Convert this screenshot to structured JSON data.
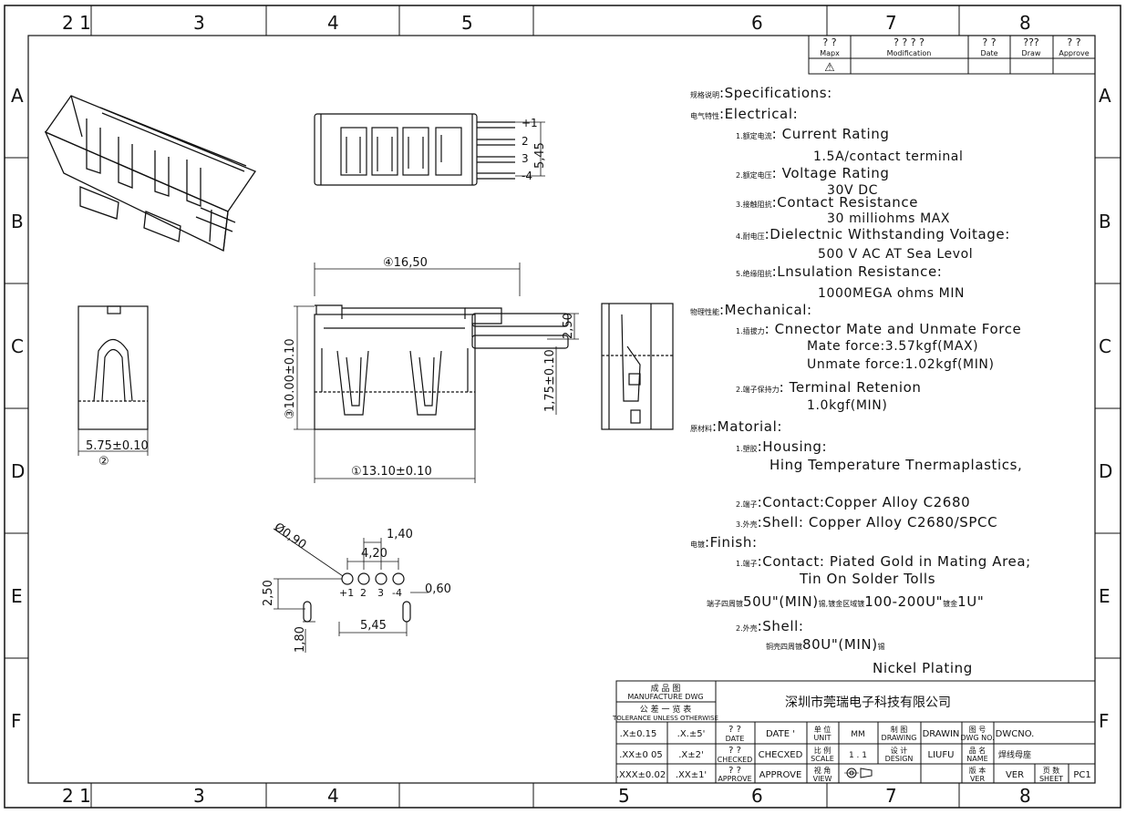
{
  "frame": {
    "col_top": [
      "2 1",
      "3",
      "4",
      "5",
      "6",
      "7",
      "8"
    ],
    "col_bottom": [
      "2 1",
      "3",
      "4",
      "5",
      "6",
      "7",
      "8"
    ],
    "rows": [
      "A",
      "B",
      "C",
      "D",
      "E",
      "F"
    ]
  },
  "revision": {
    "h1": "? ?",
    "h1b": "Mapx",
    "h2": "? ? ? ?",
    "h2b": "Modification",
    "h3": "? ?",
    "h3b": "Date",
    "h4": "???",
    "h4b": "Draw",
    "h5": "? ?",
    "h5b": "Approve",
    "mark": "⚠"
  },
  "dims": {
    "top_pins": [
      "+1",
      "2",
      "3",
      "-4"
    ],
    "top_pitch": "5,45",
    "front_width": "④16,50",
    "front_height": "③10.00±0.10",
    "front_bottom": "①13.10±0.10",
    "side_pin": "2,50",
    "side_offset": "1,75±0.10",
    "left_width": "5.75±0.10",
    "left_circle": "②",
    "pcb_hole": "Ø0,90",
    "pcb_pitch_a": "1,40",
    "pcb_pitch_b": "4,20",
    "pcb_pins": [
      "+1",
      "2",
      "3",
      "-4"
    ],
    "pcb_slot_w": "0,60",
    "pcb_row": "2,50",
    "pcb_slot_h": "1,80",
    "pcb_span": "5,45"
  },
  "spec": {
    "l01_cn": "规格说明",
    "l01": ":Specifications:",
    "l02_cn": "电气特性",
    "l02": ":Electrical:",
    "l03_cn": "1.额定电流",
    "l03": ": Current  Rating",
    "l04": "1.5A/contact  terminal",
    "l05_cn": "2.额定电压",
    "l05": ": Voltage  Rating",
    "l06": "30V  DC",
    "l07_cn": "3.接触阻抗",
    "l07": ":Contact  Resistance",
    "l08": "30  milliohms  MAX",
    "l09_cn": "4.耐电压",
    "l09": ":Dielectnic  Withstanding  Voitage:",
    "l10": "500  V  AC  AT  Sea  Levol",
    "l11_cn": "5.绝缘阻抗",
    "l11": ":Lnsulation  Resistance:",
    "l12": "1000MEGA  ohms  MIN",
    "l13_cn": "物理性能",
    "l13": ":Mechanical:",
    "l14_cn": "1.插拔力",
    "l14": ": Cnnector  Mate  and  Unmate  Force",
    "l15": "Mate  force:3.57kgf(MAX)",
    "l16": "Unmate  force:1.02kgf(MIN)",
    "l17_cn": "2.端子保持力",
    "l17": ": Terminal  Retenion",
    "l18": "1.0kgf(MIN)",
    "l19_cn": "原材料",
    "l19": ":Matorial:",
    "l20_cn": "1.塑胶",
    "l20": ":Housing:",
    "l21": "Hing  Temperature    Tnermaplastics,",
    "l22_cn": "2.端子",
    "l22": ":Contact:Copper  Alloy  C2680",
    "l23_cn": "3.外壳",
    "l23": ":Shell:  Copper  Alloy  C2680/SPCC",
    "l24_cn": "电镀",
    "l24": ":Finish:",
    "l25_cn": "1.端子",
    "l25": ":Contact:  Piated  Gold  in  Mating  Area;",
    "l26": "Tin  On  Solder  Tolls",
    "l27_cn1": "端子四周镀",
    "l27a": "50U\"(MIN)",
    "l27_cn2": "锡,镀金区域镀",
    "l27b": "100-200U\"",
    "l27_cn3": "镀金",
    "l27c": "1U\"",
    "l28_cn": "2.外壳",
    "l28": ":Shell:",
    "l29_cn1": "铜壳四周镀",
    "l29a": "80U\"(MIN)",
    "l29_cn2": "锡",
    "l30": "Nickel  Plating"
  },
  "title_block": {
    "mfg_cn": "成 品 图",
    "mfg": "MANUFACTURE DWG",
    "tol_cn": "公 差 一 览 表",
    "tol": "TOLERANCE UNLESS OTHERWISE",
    "company": "深圳市莞瑞电子科技有限公司",
    "t1": ".X±0.15",
    "t2": ".X.±5'",
    "t3": ".XX±0 05",
    "t4": ".X±2'",
    "t5": ".XXX±0.02",
    "t6": ".XX±1'",
    "r1_cn": "? ?",
    "r1": "DATE",
    "r1v": "DATE '",
    "r2_cn": "? ?",
    "r2": "CHECKED",
    "r2v": "CHECXED",
    "r3_cn": "? ?",
    "r3": "APPROVE",
    "r3v": "APPROVE",
    "unit_cn": "单 位",
    "unit": "UNIT",
    "unit_v": "MM",
    "scale_cn": "比 例",
    "scale": "SCALE",
    "scale_v": "1 . 1",
    "view_cn": "视 角",
    "view": "VIEW",
    "drawing_cn": "制 图",
    "drawing": "DRAWING",
    "drawing_v": "DRAWIN",
    "design_cn": "设 计",
    "design": "DESIGN",
    "design_v": "LIUFU",
    "dwgno_cn": "图 号",
    "dwgno": "DWG NO.",
    "dwgno_v": "DWCNO.",
    "name_cn": "品 名",
    "name": "NAME",
    "name_v": "焊线母座",
    "ver_cn": "版 本",
    "ver": "VER",
    "ver_v": "VER",
    "sheet_cn": "页 数",
    "sheet": "SHEET",
    "sheet_v": "PC1"
  }
}
